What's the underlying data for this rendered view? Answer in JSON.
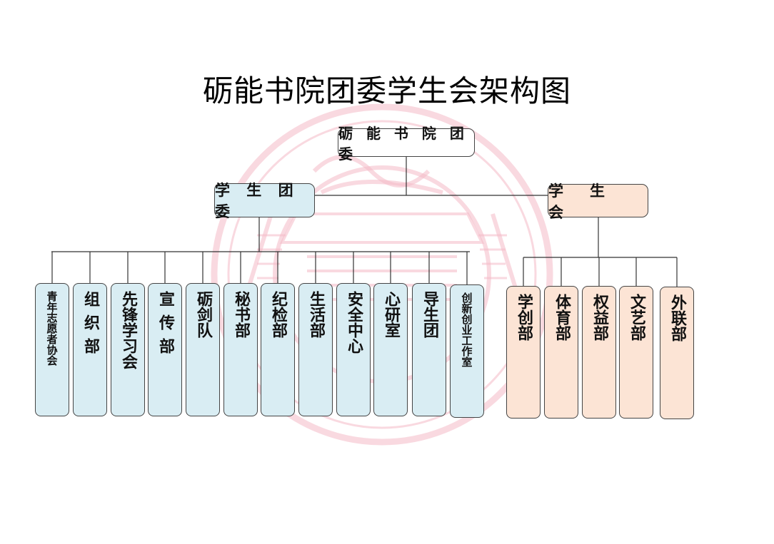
{
  "title": "砺能书院团委学生会架构图",
  "root": {
    "label": "砺 能 书 院 团 委"
  },
  "branches": {
    "left": {
      "label": "学 生 团 委",
      "color": "#d9edf3"
    },
    "right": {
      "label": "学　生　会",
      "color": "#fce4d5"
    }
  },
  "left_departments": [
    {
      "label": "青年志愿者协会"
    },
    {
      "label": "组织部"
    },
    {
      "label": "先锋学习会"
    },
    {
      "label": "宣传部"
    },
    {
      "label": "砺剑队"
    },
    {
      "label": "秘书部"
    },
    {
      "label": "纪检部"
    },
    {
      "label": "生活部"
    },
    {
      "label": "安全中心"
    },
    {
      "label": "心研室"
    },
    {
      "label": "导生团"
    },
    {
      "label": "创新创业工作室"
    }
  ],
  "right_departments": [
    {
      "label": "学创部"
    },
    {
      "label": "体育部"
    },
    {
      "label": "权益部"
    },
    {
      "label": "文艺部"
    },
    {
      "label": "外联部"
    }
  ],
  "watermark": {
    "color": "#f4b9c7",
    "icon": "academy-seal-watermark"
  }
}
